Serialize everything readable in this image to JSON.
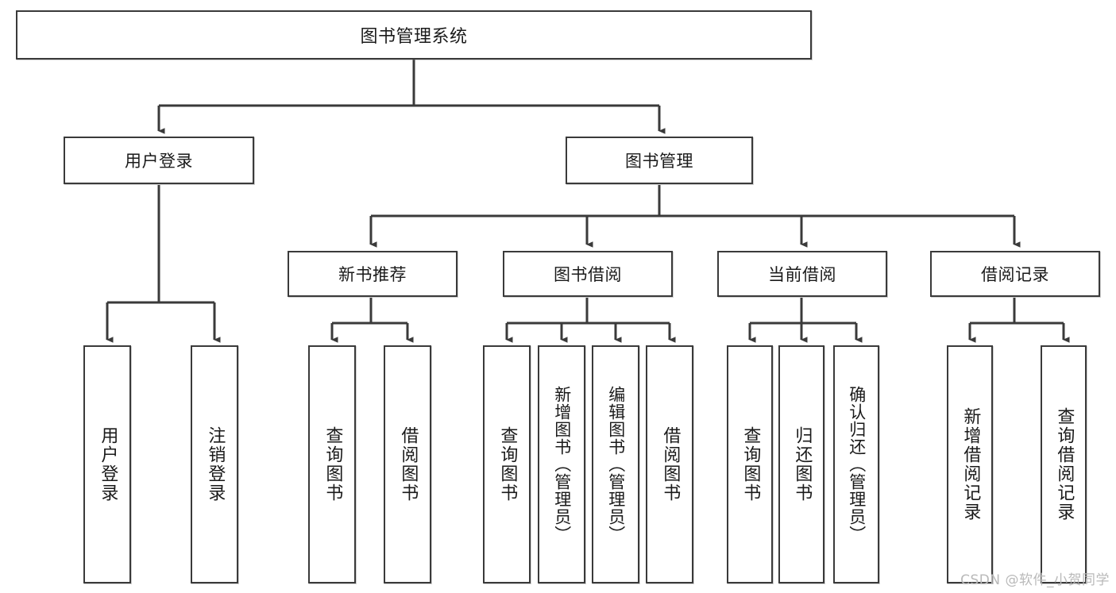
{
  "diagram": {
    "title": "图书管理系统",
    "type": "tree-hierarchy-chart",
    "root": {
      "id": "root",
      "label": "图书管理系统"
    },
    "level2": [
      {
        "id": "user-login",
        "label": "用户登录"
      },
      {
        "id": "book-manage",
        "label": "图书管理"
      }
    ],
    "level3": [
      {
        "id": "new-book-recommend",
        "label": "新书推荐",
        "parent": "book-manage"
      },
      {
        "id": "book-borrow",
        "label": "图书借阅",
        "parent": "book-manage"
      },
      {
        "id": "current-borrow",
        "label": "当前借阅",
        "parent": "book-manage"
      },
      {
        "id": "borrow-record",
        "label": "借阅记录",
        "parent": "book-manage"
      }
    ],
    "leaves": {
      "user_login": [
        {
          "id": "leaf-user-login",
          "label": "用户登录"
        },
        {
          "id": "leaf-user-logout",
          "label": "注销登录"
        }
      ],
      "new_book_recommend": [
        {
          "id": "leaf-query-book-1",
          "label": "查询图书"
        },
        {
          "id": "leaf-borrow-book-1",
          "label": "借阅图书"
        }
      ],
      "book_borrow": [
        {
          "id": "leaf-query-book-2",
          "label": "查询图书"
        },
        {
          "id": "leaf-add-book",
          "label": "新增图书（管理员）"
        },
        {
          "id": "leaf-edit-book",
          "label": "编辑图书（管理员）"
        },
        {
          "id": "leaf-borrow-book-2",
          "label": "借阅图书"
        }
      ],
      "current_borrow": [
        {
          "id": "leaf-query-book-3",
          "label": "查询图书"
        },
        {
          "id": "leaf-return-book",
          "label": "归还图书"
        },
        {
          "id": "leaf-confirm-return",
          "label": "确认归还（管理员）"
        }
      ],
      "borrow_record": [
        {
          "id": "leaf-add-record",
          "label": "新增借阅记录"
        },
        {
          "id": "leaf-query-record",
          "label": "查询借阅记录"
        }
      ]
    },
    "colors": {
      "stroke": "#3a3a3a",
      "fill": "#ffffff",
      "text": "#1a1a1a",
      "watermark": "#b9b9b9"
    }
  },
  "watermark": {
    "text": "CSDN @软件_小贺同学"
  }
}
